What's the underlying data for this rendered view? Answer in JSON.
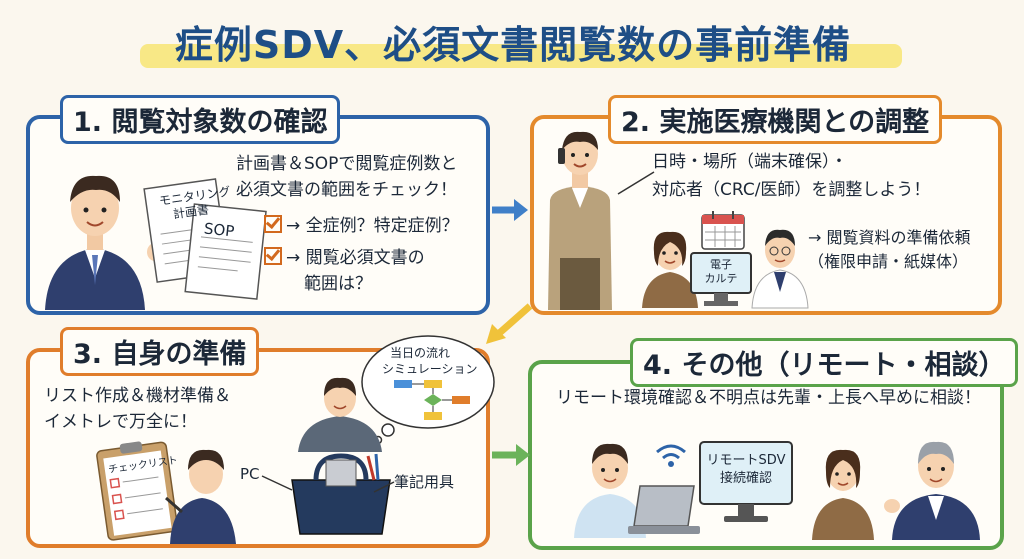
{
  "title": "症例SDV、必須文書閲覧数の事前準備",
  "panels": {
    "p1": {
      "title": "1. 閲覧対象数の確認",
      "desc_line1": "計画書＆SOPで閲覧症例数と",
      "desc_line2": "必須文書の範囲をチェック！",
      "check1": "→ 全症例？特定症例？",
      "check2_line1": "→ 閲覧必須文書の",
      "check2_line2": "範囲は？",
      "doc_label_line1": "モニタリング",
      "doc_label_line2": "計画書",
      "sop_label": "SOP"
    },
    "p2": {
      "title": "2. 実施医療機関との調整",
      "desc_line1": "日時・場所（端末確保）・",
      "desc_line2": "対応者（CRC/医師）を調整しよう！",
      "request_line1": "→ 閲覧資料の準備依頼",
      "request_line2": "（権限申請・紙媒体）",
      "device_line1": "電子",
      "device_line2": "カルテ"
    },
    "p3": {
      "title": "3. 自身の準備",
      "desc_line1": "リスト作成＆機材準備＆",
      "desc_line2": "イメトレで万全に！",
      "bubble_line1": "当日の流れ",
      "bubble_line2": "シミュレーション",
      "checklist_label": "チェックリスト",
      "pc_label": "PC",
      "stationery_label": "筆記用具"
    },
    "p4": {
      "title": "4. その他（リモート・相談）",
      "desc": "リモート環境確認＆不明点は先輩・上長へ早めに相談！",
      "monitor_line1": "リモートSDV",
      "monitor_line2": "接続確認"
    }
  },
  "colors": {
    "blue": "#2d63a8",
    "orange": "#e48a2c",
    "green": "#5aa34a",
    "title_text": "#1e4e86",
    "highlight": "#f7e57a"
  },
  "icons": [
    "arrow-right-icon",
    "arrow-down-left-icon",
    "wifi-icon",
    "calendar-icon",
    "checkbox-icon",
    "flowchart-icon"
  ]
}
